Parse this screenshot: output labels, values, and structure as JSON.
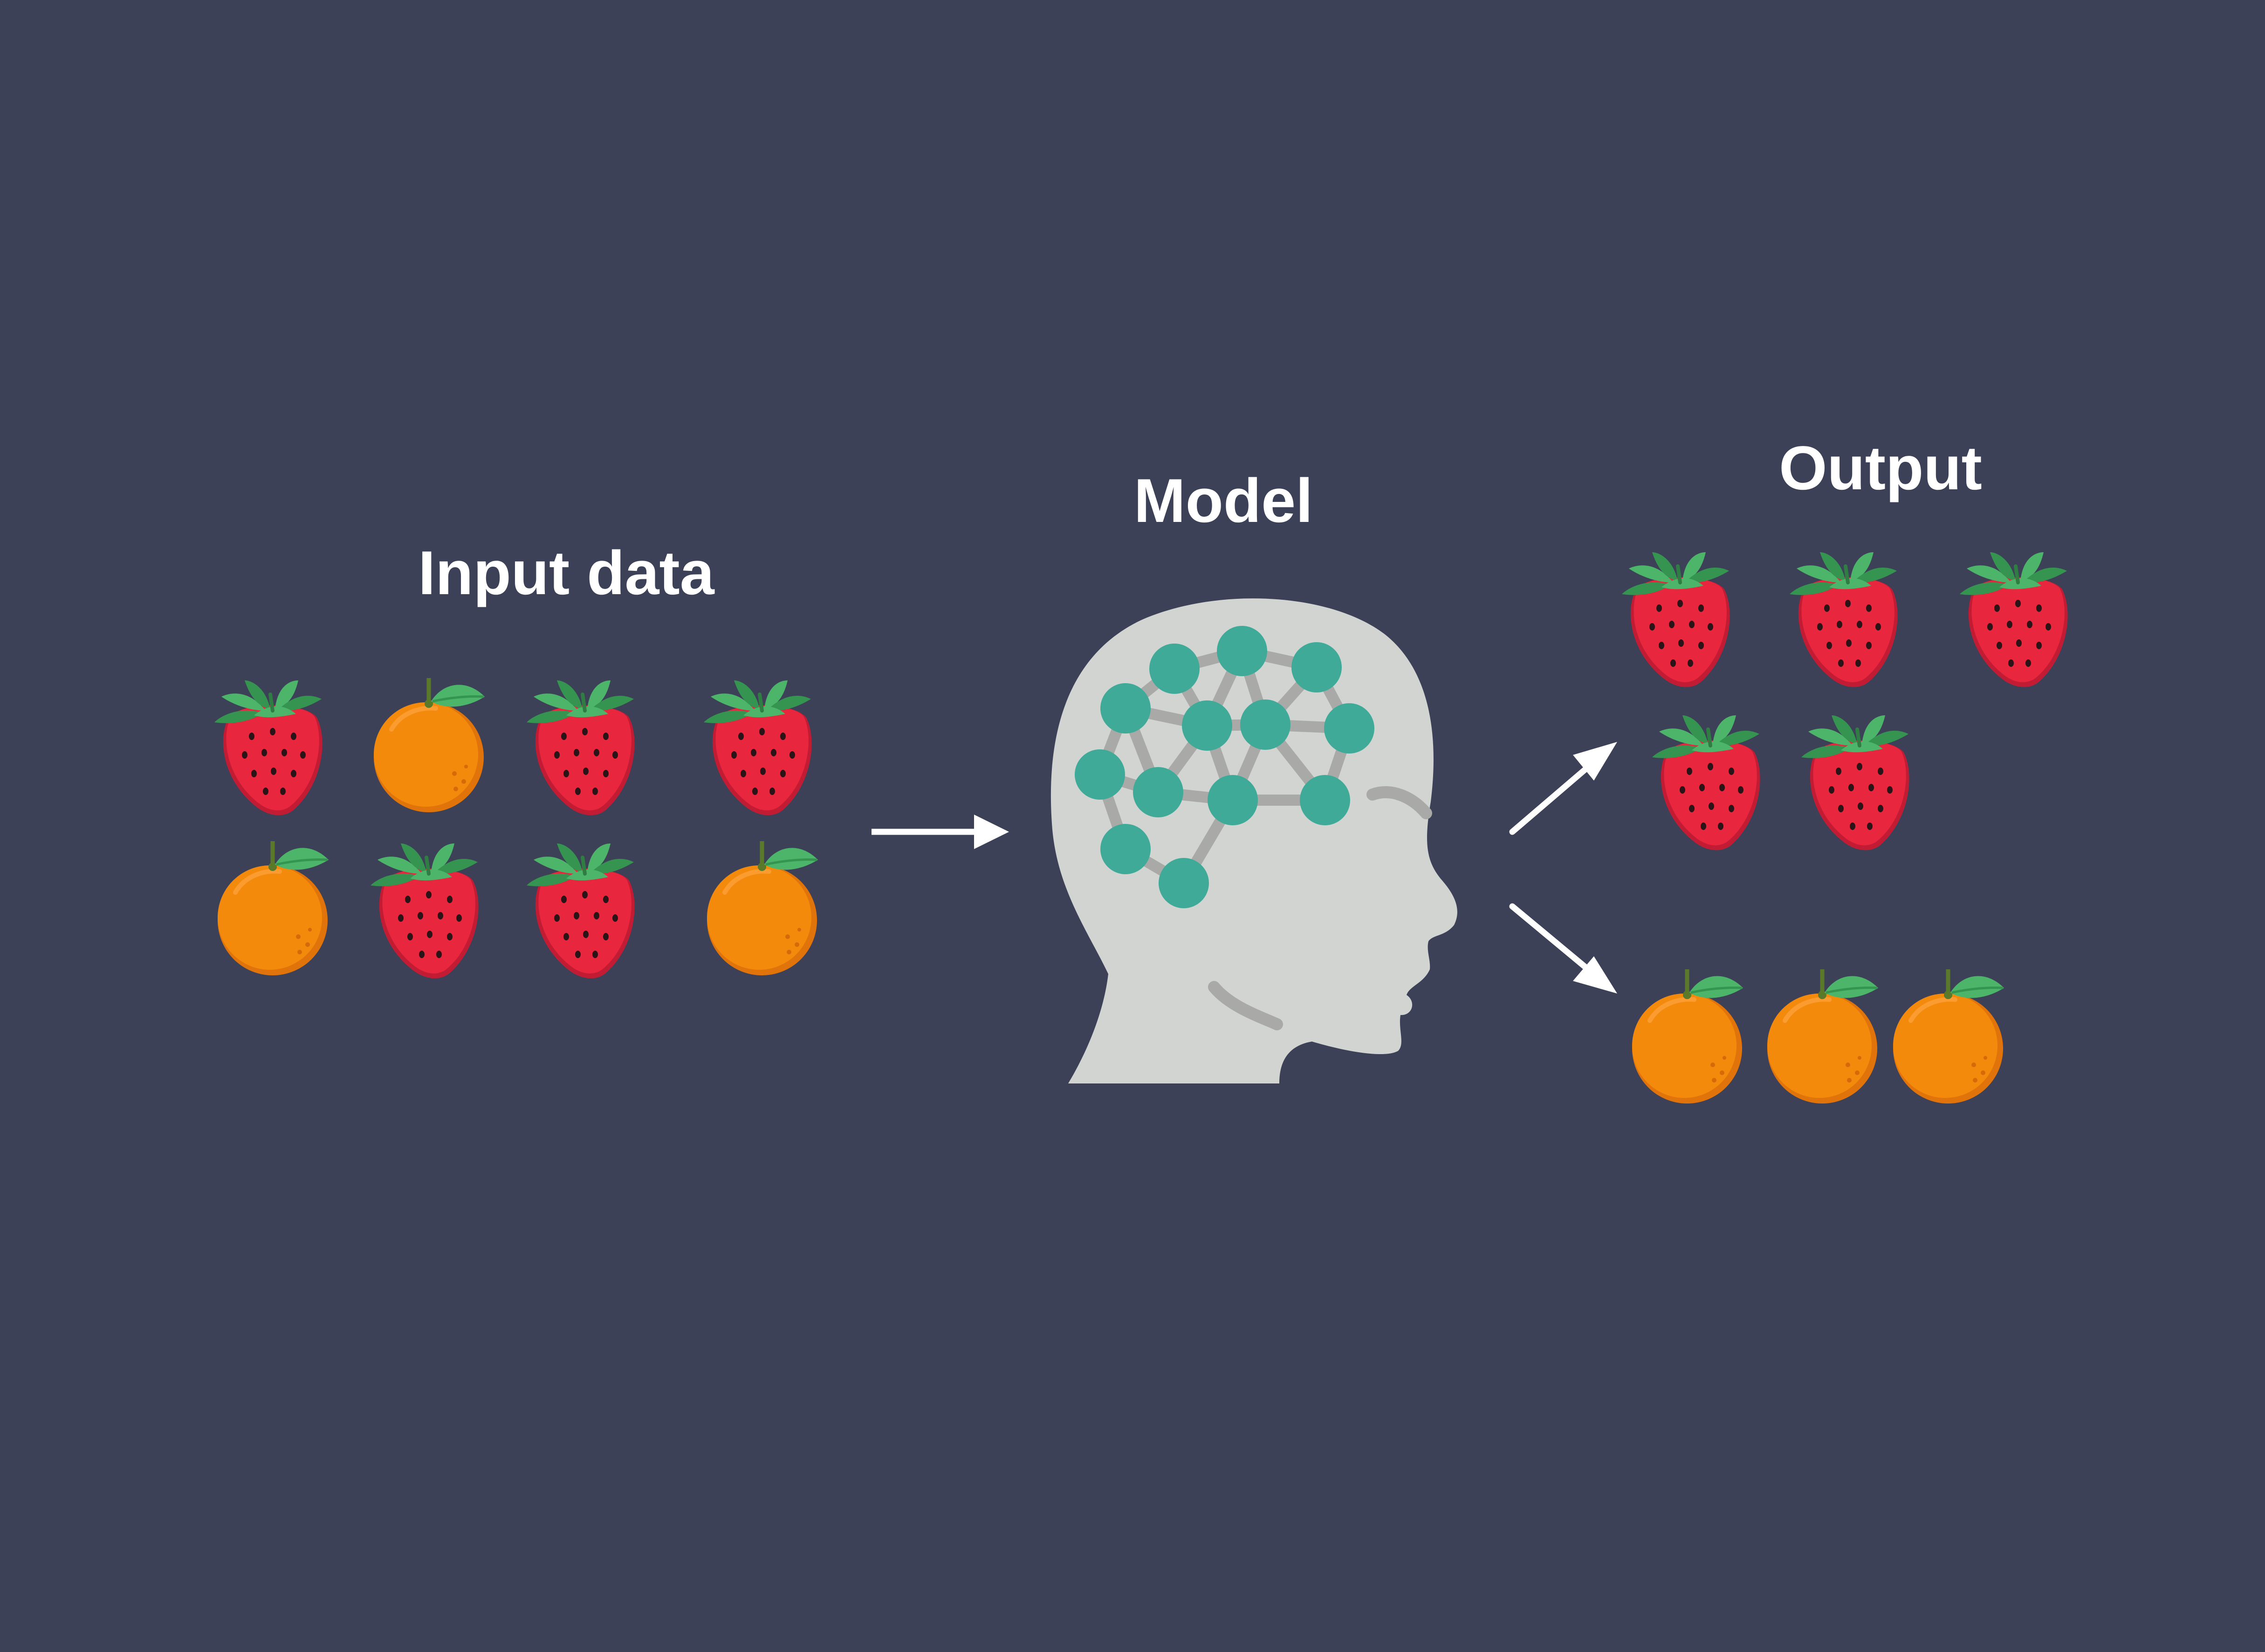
{
  "colors": {
    "background": "#3d4158",
    "text": "#ffffff",
    "arrow": "#ffffff",
    "head": "#d2d4d2",
    "head_line": "#a9aaa8",
    "neuron": "#3faa98",
    "neuron_link": "#a9aaa8",
    "strawberry": "#e8263d",
    "strawberry_shade": "#c21c35",
    "strawberry_seed": "#2a1418",
    "leaf": "#4db56a",
    "leaf_dark": "#35944f",
    "orange": "#f48a0c",
    "orange_shade": "#e0740a",
    "stem": "#5a7a2a"
  },
  "labels": {
    "input": "Input data",
    "model": "Model",
    "output": "Output"
  },
  "input_fruits": [
    "strawberry",
    "orange",
    "strawberry",
    "strawberry",
    "orange",
    "strawberry",
    "strawberry",
    "orange"
  ],
  "output_strawberries": [
    "strawberry",
    "strawberry",
    "strawberry",
    "strawberry",
    "strawberry"
  ],
  "output_oranges": [
    "orange",
    "orange",
    "orange"
  ],
  "icons": {
    "input_arrow": "arrow-right-icon",
    "output_arrow_up": "arrow-up-right-icon",
    "output_arrow_down": "arrow-down-right-icon",
    "model": "head-neural-network-icon"
  }
}
